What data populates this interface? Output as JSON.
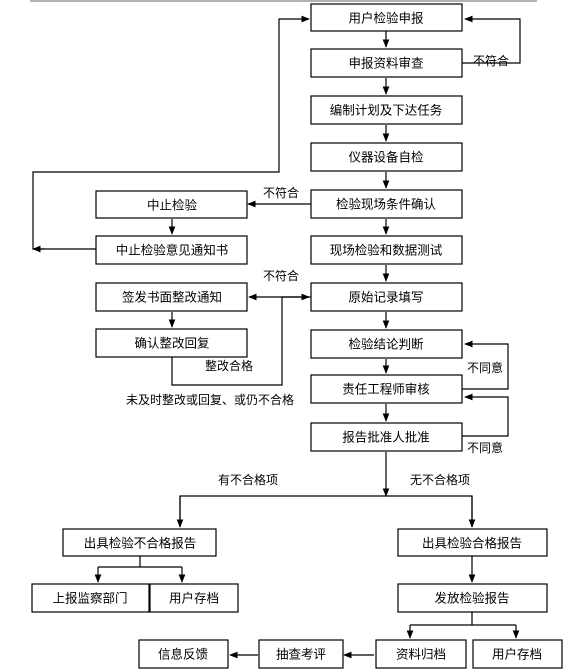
{
  "nodes": {
    "apply": "用户检验申报",
    "review_docs": "申报资料审查",
    "plan": "编制计划及下达任务",
    "self_check": "仪器设备自检",
    "site_confirm": "检验现场条件确认",
    "site_test": "现场检验和数据测试",
    "record": "原始记录填写",
    "conclusion": "检验结论判断",
    "engineer_review": "责任工程师审核",
    "approve": "报告批准人批准",
    "suspend": "中止检验",
    "suspend_notice": "中止检验意见通知书",
    "rectify_notice": "签发书面整改通知",
    "confirm_reply": "确认整改回复",
    "unqualified_report": "出具检验不合格报告",
    "qualified_report": "出具检验合格报告",
    "report_supervision": "上报监察部门",
    "user_archive_left": "用户存档",
    "issue_report": "发放检验报告",
    "file_archive": "资料归档",
    "user_archive_right": "用户存档",
    "spot_check": "抽查考评",
    "feedback": "信息反馈"
  },
  "edge_labels": {
    "not_conform_top": "不符合",
    "not_conform_suspend": "不符合",
    "not_conform_record": "不符合",
    "rectify_ok": "整改合格",
    "no_timely_rectify": "未及时整改或回复、或仍不合格",
    "disagree_1": "不同意",
    "disagree_2": "不同意",
    "has_unqualified": "有不合格项",
    "no_unqualified": "无不合格项"
  }
}
